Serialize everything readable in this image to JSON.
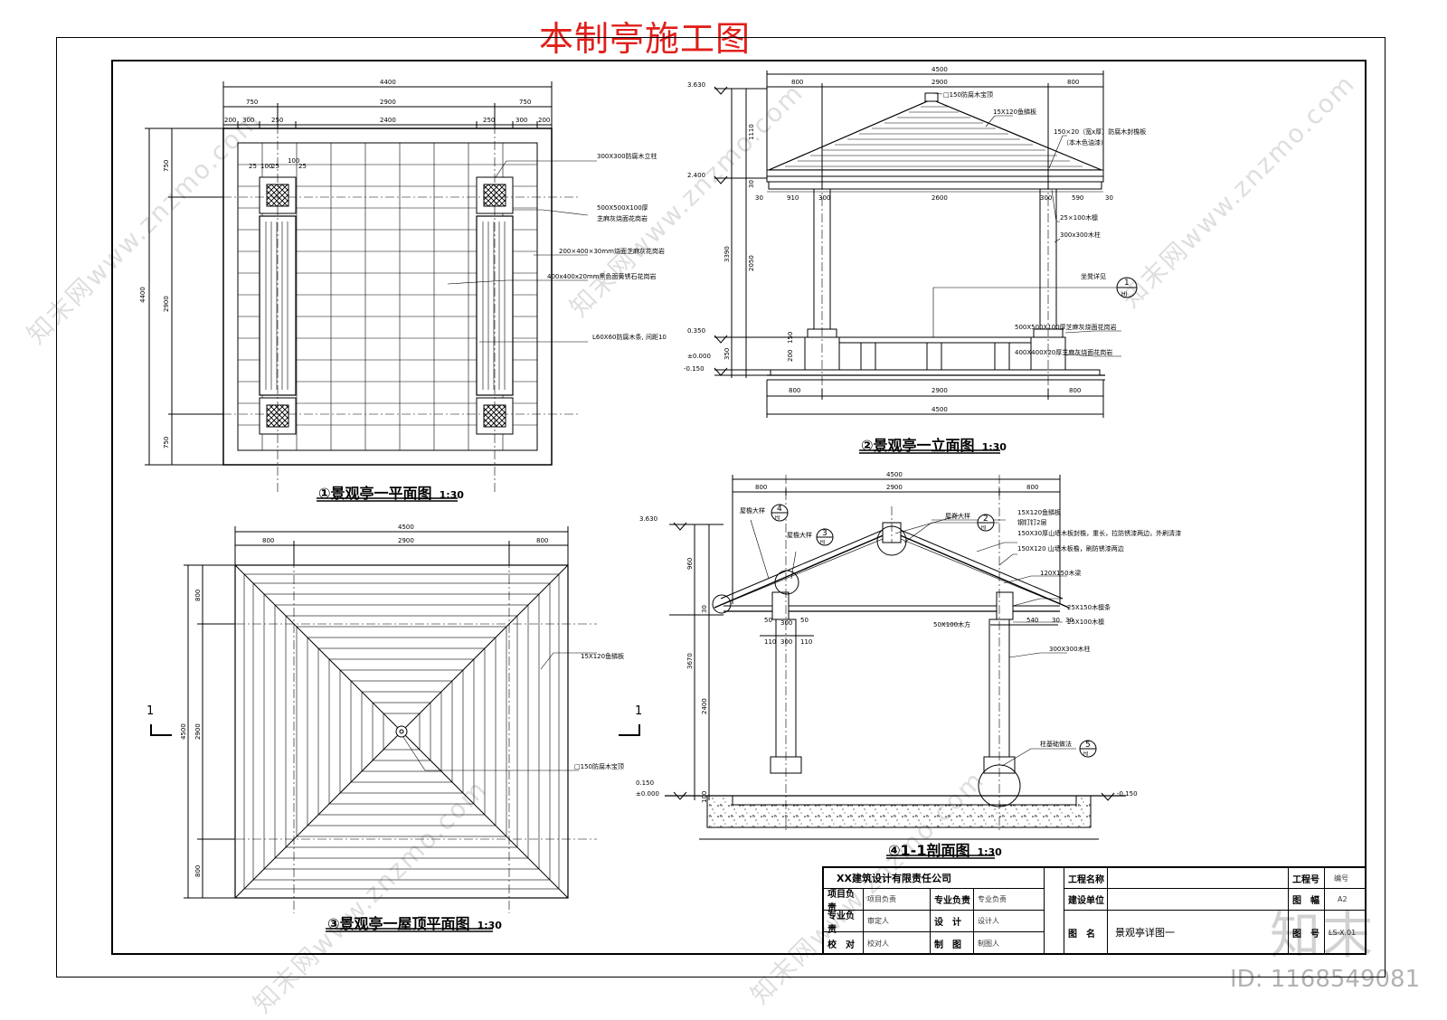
{
  "header": {
    "title": "本制亭施工图"
  },
  "plan": {
    "caption": "①景观亭一平面图",
    "scale": "1:30",
    "dims_top": [
      "4400",
      "750",
      "2900",
      "750",
      "200",
      "300",
      "250",
      "2400",
      "250",
      "300",
      "200",
      "25",
      "100",
      "25",
      "100",
      "25"
    ],
    "dims_left": [
      "4400",
      "750",
      "2900",
      "750"
    ],
    "notes": [
      "300X300防腐木立柱",
      "500X500X100厚",
      "芝麻灰烧面花岗岩",
      "200×400×30mm烧面芝麻灰花岗岩",
      "400x400x20mm黑色面黄锈石花岗岩",
      "L60X60防腐木条, 间距10"
    ]
  },
  "elevation": {
    "caption": "②景观亭一立面图",
    "scale": "1:30",
    "dims_top": [
      "4500",
      "800",
      "2900",
      "800"
    ],
    "dims_bottom": [
      "800",
      "2900",
      "800",
      "4500"
    ],
    "dims_inner": [
      "910",
      "300",
      "2600",
      "300",
      "590",
      "30",
      "30"
    ],
    "levels": [
      "3.630",
      "2.400",
      "0.350",
      "±0.000",
      "-0.150"
    ],
    "heights_left": [
      "1110",
      "3390",
      "2050",
      "350",
      "30",
      "200",
      "150"
    ],
    "notes": [
      "□150防腐木宝顶",
      "15X120鱼鳞板",
      "150×20（宽x厚）防腐木封檐板",
      "（本木色油漆）",
      "25×100木檩",
      "300x300木柱",
      "500X500X100厚芝麻灰烧面花岗岩",
      "400X400X20厚芝麻灰烧面花岗岩"
    ],
    "detail_mark": {
      "num": "1",
      "sheet": "HJ",
      "label": "坐凳详见"
    }
  },
  "roof_plan": {
    "caption": "③景观亭一屋顶平面图",
    "scale": "1:30",
    "dims_top": [
      "4500",
      "800",
      "2900",
      "800"
    ],
    "dims_left": [
      "4500",
      "800",
      "2900",
      "800"
    ],
    "notes": [
      "15X120鱼鳞板",
      "□150防腐木宝顶"
    ],
    "section_mark": "1"
  },
  "section": {
    "caption": "④1-1剖面图",
    "scale": "1:30",
    "dims_top": [
      "4500",
      "800",
      "2900",
      "800"
    ],
    "levels": [
      "3.630",
      "0.150",
      "±0.000",
      "-0.150"
    ],
    "heights_left": [
      "960",
      "3670",
      "2400",
      "30",
      "100"
    ],
    "dims_inner": [
      "50",
      "300",
      "50",
      "110",
      "300",
      "110",
      "540",
      "30",
      "30",
      "50X100木方"
    ],
    "notes": [
      "15X120鱼鳞板",
      "钢钉钉2层",
      "150X30厚山墙木板封檐，重长，拉防锈漆两边，外刷清漆",
      "150X120 山墙木板檐，刷防锈漆两边",
      "120X150木梁",
      "25X150木檩条",
      "25X100木檩",
      "300X300木柱",
      "柱基础做法"
    ],
    "detail_marks": [
      {
        "num": "4",
        "sheet": "HJ",
        "label": "屋檐大样"
      },
      {
        "num": "3",
        "sheet": "HJ",
        "label": "屋檐大样"
      },
      {
        "num": "2",
        "sheet": "HJ",
        "label": "屋脊大样"
      },
      {
        "num": "5",
        "sheet": "HJ",
        "label": ""
      }
    ]
  },
  "title_block": {
    "company": "XX建筑设计有限责任公司",
    "project_name_label": "工程名称",
    "client_label": "建设单位",
    "drawing_name_label": "图　名",
    "drawing_name": "景观亭详图一",
    "project_no_label": "工程号",
    "project_no_value": "编号",
    "sheet_label": "图　幅",
    "sheet_value": "A2",
    "drawing_no_label": "图　号",
    "drawing_no_value": "LS-X.01",
    "rows": [
      {
        "role": "项目负责",
        "person": "项目负责",
        "role2": "专业负责",
        "person2": "专业负责"
      },
      {
        "role": "专业负责",
        "person": "审定人",
        "role2": "设　计",
        "person2": "设计人"
      },
      {
        "role": "校　对",
        "person": "校对人",
        "role2": "制　图",
        "person2": "制图人"
      }
    ]
  },
  "watermark": {
    "text": "知末网www.znzmo.com",
    "logo": "知末",
    "id": "ID: 1168549081"
  }
}
